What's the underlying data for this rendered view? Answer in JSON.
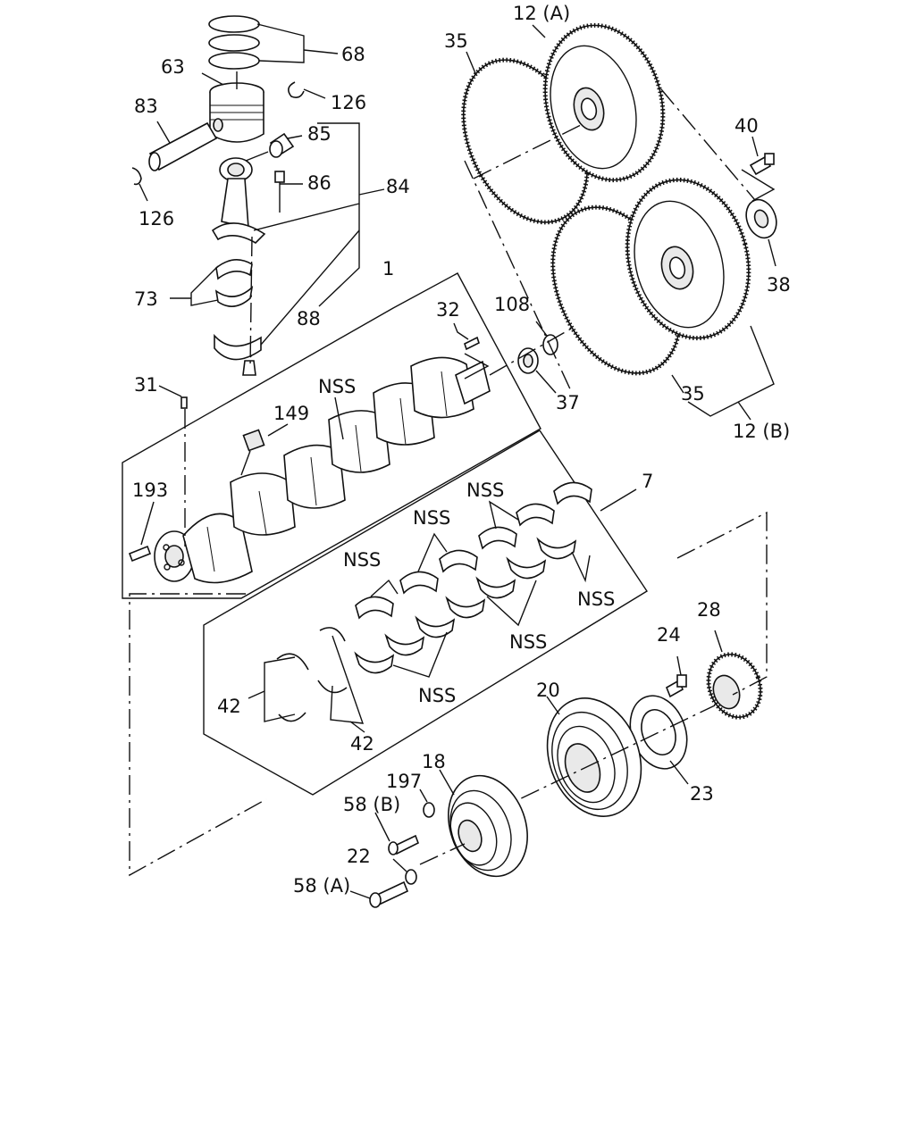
{
  "diagram": {
    "labels": {
      "l68": "68",
      "l63": "63",
      "l126a": "126",
      "l83": "83",
      "l85": "85",
      "l86": "86",
      "l84": "84",
      "l126b": "126",
      "l73": "73",
      "l88": "88",
      "l1": "1",
      "l31": "31",
      "l149": "149",
      "lNSS1": "NSS",
      "l193": "193",
      "l32": "32",
      "l108": "108",
      "l37": "37",
      "l35a": "35",
      "l12A": "12 (A)",
      "l40": "40",
      "l38": "38",
      "l35b": "35",
      "l12B": "12 (B)",
      "l7": "7",
      "lNSS2": "NSS",
      "lNSS3": "NSS",
      "lNSS4": "NSS",
      "lNSS5": "NSS",
      "lNSS6": "NSS",
      "lNSS7": "NSS",
      "l42a": "42",
      "l42b": "42",
      "l28": "28",
      "l24": "24",
      "l20": "20",
      "l23": "23",
      "l18": "18",
      "l197": "197",
      "l58B": "58 (B)",
      "l22": "22",
      "l58A": "58 (A)"
    }
  }
}
